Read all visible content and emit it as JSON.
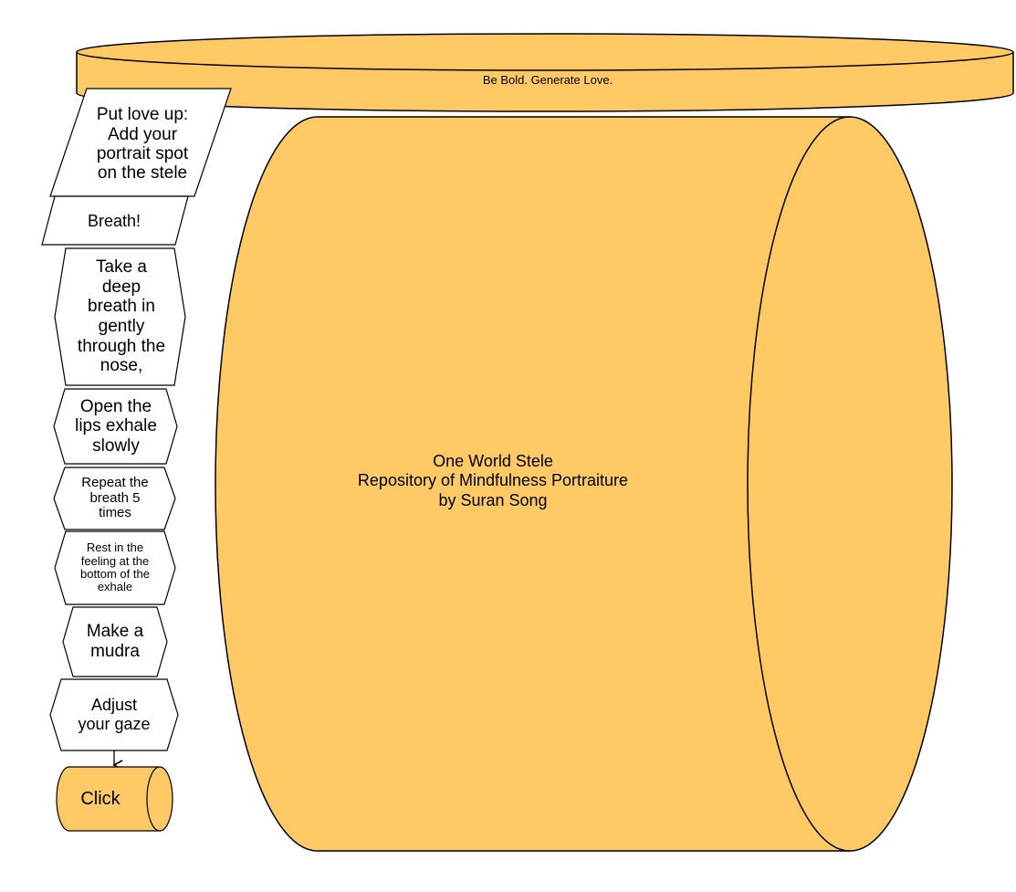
{
  "colors": {
    "fill": "#FFCA66",
    "stroke": "#000000",
    "background": "#FFFFFF"
  },
  "banner": {
    "text": "Be Bold. Generate Love."
  },
  "stele": {
    "title": "One World Stele",
    "subtitle": "Repository of Mindfulness Portraiture",
    "byline": "by Suran Song"
  },
  "steps": {
    "intro": "Put love up:\nAdd your\nportrait spot\non the stele",
    "breath": "Breath!",
    "inhale": "Take  a\ndeep\nbreath in\ngently\nthrough the\nnose,",
    "exhale": "Open the\nlips exhale\nslowly",
    "repeat": "Repeat the\nbreath 5\ntimes",
    "rest": "Rest in the\nfeeling at the\nbottom of the\nexhale",
    "mudra": "Make a\nmudra",
    "gaze": "Adjust\nyour gaze"
  },
  "click_button": {
    "label": "Click"
  }
}
